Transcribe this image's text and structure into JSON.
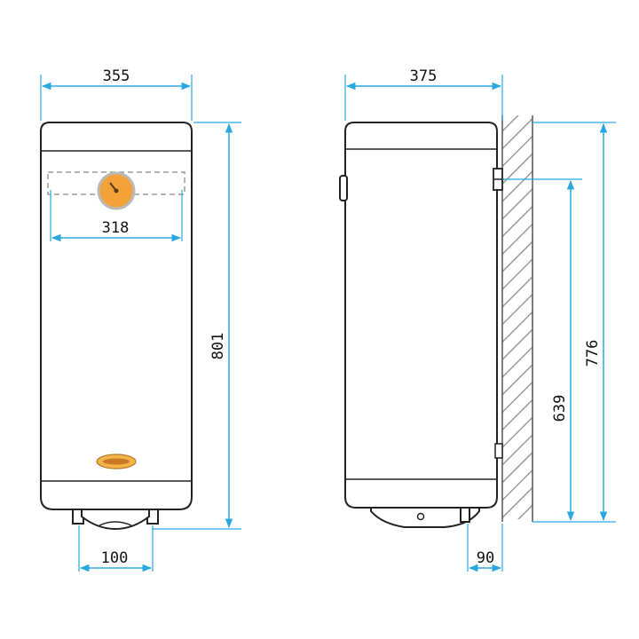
{
  "colors": {
    "dimension_line": "#29a8df",
    "outline": "#222222",
    "gauge_fill": "#f3a23a",
    "gauge_ring": "#b9b9b9",
    "logo_fill": "#f2b34a",
    "wall_hatch": "#9a9a9a"
  },
  "front_view": {
    "dim_width": "355",
    "dim_mount": "318",
    "dim_height": "801",
    "dim_pipes": "100"
  },
  "side_view": {
    "dim_depth": "375",
    "dim_bracket_height": "639",
    "dim_total_height": "776",
    "dim_wall_offset": "90"
  },
  "icons": {
    "gauge": "thermometer-gauge-icon",
    "logo": "brand-logo-badge"
  }
}
